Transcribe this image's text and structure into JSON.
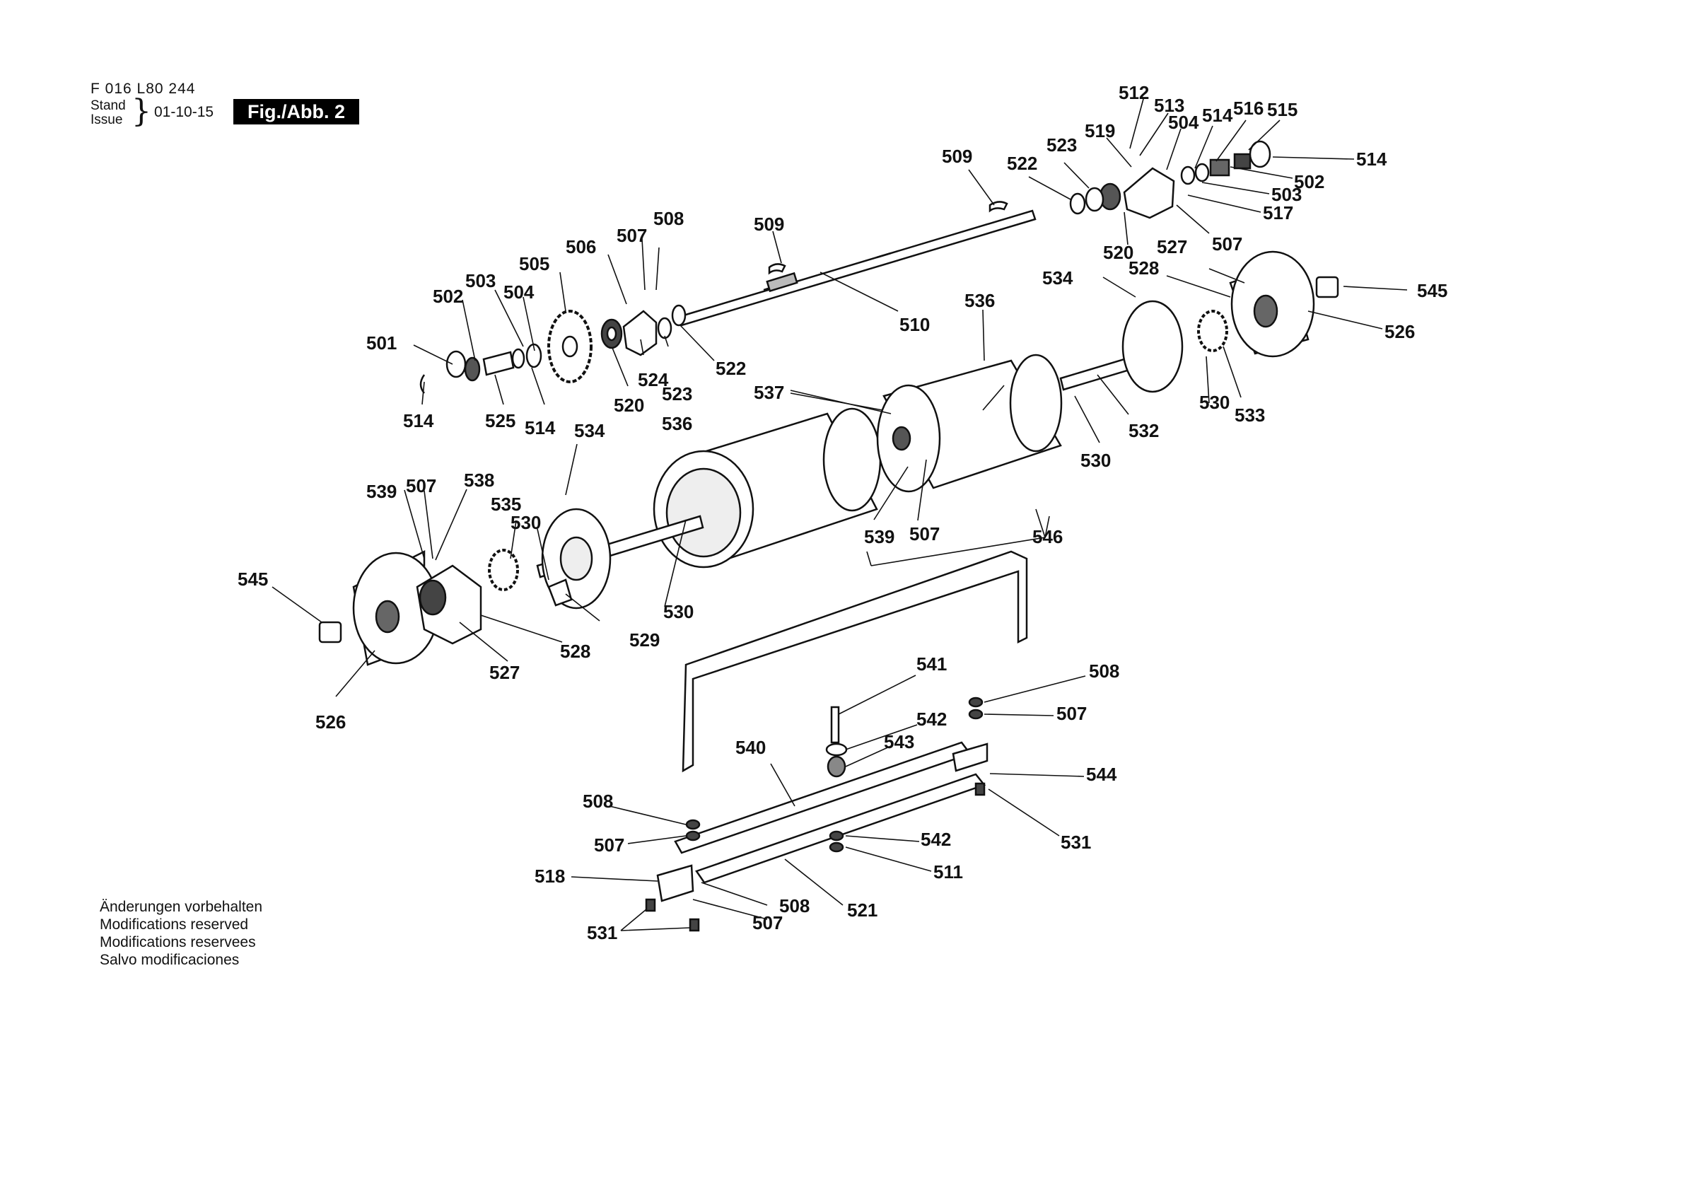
{
  "header": {
    "code": "F 016 L80 244",
    "stand_line1": "Stand",
    "stand_line2": "Issue",
    "date": "01-10-15",
    "figure": "Fig./Abb. 2"
  },
  "notes": [
    "Änderungen vorbehalten",
    "Modifications reserved",
    "Modifications reservees",
    "Salvo modificaciones"
  ],
  "labels": [
    {
      "id": "l512",
      "text": "512"
    },
    {
      "id": "l513",
      "text": "513"
    },
    {
      "id": "l504a",
      "text": "504"
    },
    {
      "id": "l514a",
      "text": "514"
    },
    {
      "id": "l516",
      "text": "516"
    },
    {
      "id": "l515",
      "text": "515"
    },
    {
      "id": "l519",
      "text": "519"
    },
    {
      "id": "l523a",
      "text": "523"
    },
    {
      "id": "l509a",
      "text": "509"
    },
    {
      "id": "l514b",
      "text": "514"
    },
    {
      "id": "l522a",
      "text": "522"
    },
    {
      "id": "l502a",
      "text": "502"
    },
    {
      "id": "l503a",
      "text": "503"
    },
    {
      "id": "l517",
      "text": "517"
    },
    {
      "id": "l507a",
      "text": "507"
    },
    {
      "id": "l520a",
      "text": "520"
    },
    {
      "id": "l527a",
      "text": "527"
    },
    {
      "id": "l528a",
      "text": "528"
    },
    {
      "id": "l545a",
      "text": "545"
    },
    {
      "id": "l526a",
      "text": "526"
    },
    {
      "id": "l534a",
      "text": "534"
    },
    {
      "id": "l509b",
      "text": "509"
    },
    {
      "id": "l508a",
      "text": "508"
    },
    {
      "id": "l507b",
      "text": "507"
    },
    {
      "id": "l506",
      "text": "506"
    },
    {
      "id": "l505",
      "text": "505"
    },
    {
      "id": "l503b",
      "text": "503"
    },
    {
      "id": "l504b",
      "text": "504"
    },
    {
      "id": "l502b",
      "text": "502"
    },
    {
      "id": "l510",
      "text": "510"
    },
    {
      "id": "l536a",
      "text": "536"
    },
    {
      "id": "l522b",
      "text": "522"
    },
    {
      "id": "l501",
      "text": "501"
    },
    {
      "id": "l524",
      "text": "524"
    },
    {
      "id": "l523b",
      "text": "523"
    },
    {
      "id": "l537",
      "text": "537"
    },
    {
      "id": "l520b",
      "text": "520"
    },
    {
      "id": "l514c",
      "text": "514"
    },
    {
      "id": "l525",
      "text": "525"
    },
    {
      "id": "l514d",
      "text": "514"
    },
    {
      "id": "l530a",
      "text": "530"
    },
    {
      "id": "l533",
      "text": "533"
    },
    {
      "id": "l532",
      "text": "532"
    },
    {
      "id": "l536b",
      "text": "536"
    },
    {
      "id": "l534b",
      "text": "534"
    },
    {
      "id": "l530b",
      "text": "530"
    },
    {
      "id": "l539a",
      "text": "539"
    },
    {
      "id": "l507c",
      "text": "507"
    },
    {
      "id": "l538",
      "text": "538"
    },
    {
      "id": "l535",
      "text": "535"
    },
    {
      "id": "l530c",
      "text": "530"
    },
    {
      "id": "l539b",
      "text": "539"
    },
    {
      "id": "l507d",
      "text": "507"
    },
    {
      "id": "l546",
      "text": "546"
    },
    {
      "id": "l545b",
      "text": "545"
    },
    {
      "id": "l530d",
      "text": "530"
    },
    {
      "id": "l529",
      "text": "529"
    },
    {
      "id": "l528b",
      "text": "528"
    },
    {
      "id": "l527b",
      "text": "527"
    },
    {
      "id": "l526b",
      "text": "526"
    },
    {
      "id": "l541",
      "text": "541"
    },
    {
      "id": "l508b",
      "text": "508"
    },
    {
      "id": "l507e",
      "text": "507"
    },
    {
      "id": "l542a",
      "text": "542"
    },
    {
      "id": "l543",
      "text": "543"
    },
    {
      "id": "l540",
      "text": "540"
    },
    {
      "id": "l544",
      "text": "544"
    },
    {
      "id": "l508c",
      "text": "508"
    },
    {
      "id": "l531a",
      "text": "531"
    },
    {
      "id": "l507f",
      "text": "507"
    },
    {
      "id": "l542b",
      "text": "542"
    },
    {
      "id": "l511",
      "text": "511"
    },
    {
      "id": "l518",
      "text": "518"
    },
    {
      "id": "l508d",
      "text": "508"
    },
    {
      "id": "l521",
      "text": "521"
    },
    {
      "id": "l531b",
      "text": "531"
    },
    {
      "id": "l507g",
      "text": "507"
    }
  ]
}
